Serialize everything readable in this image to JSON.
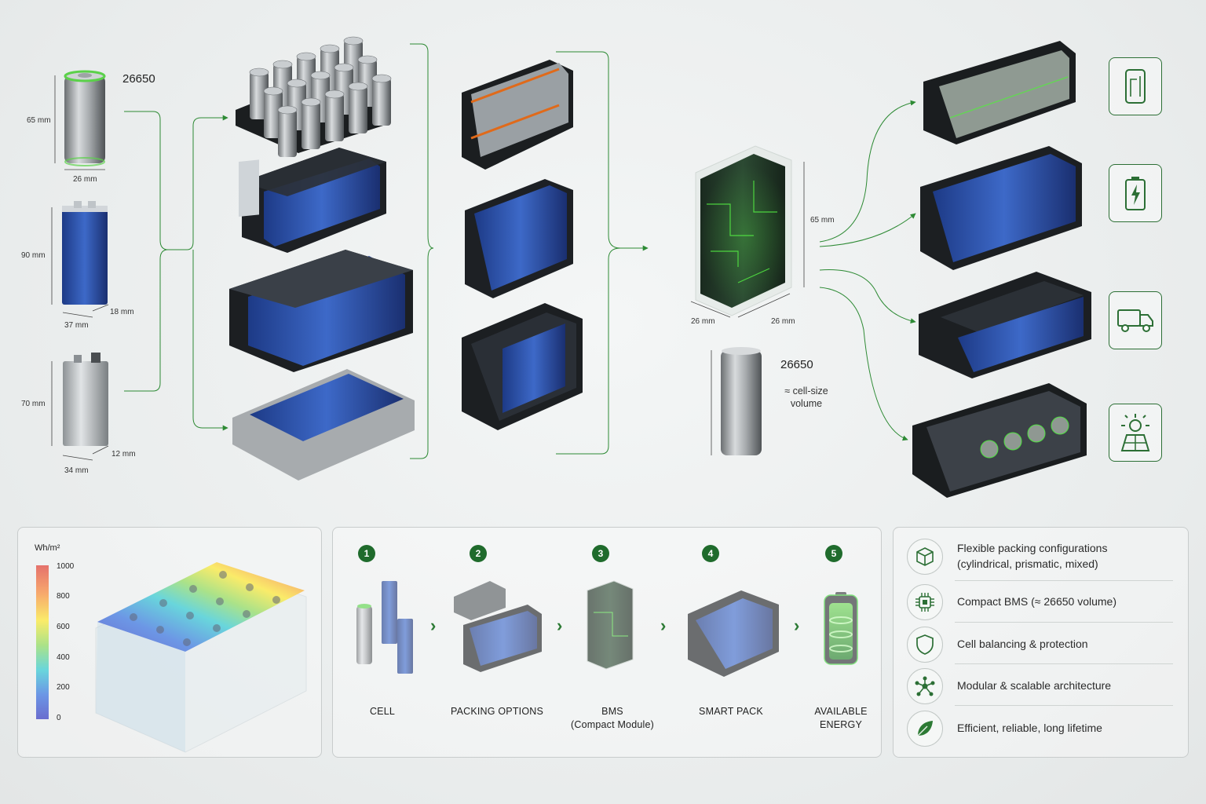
{
  "cells": [
    {
      "name": "26650",
      "height": "65 mm",
      "width": "26 mm"
    },
    {
      "height": "90 mm",
      "width": "37 mm",
      "depth": "18 mm"
    },
    {
      "height": "70 mm",
      "width": "34 mm",
      "depth": "12 mm"
    }
  ],
  "bms": {
    "height": "65 mm",
    "width_left": "26 mm",
    "width_right": "26 mm"
  },
  "compare": {
    "name": "26650",
    "note_line1": "≈ cell-size",
    "note_line2": "volume"
  },
  "heatmap": {
    "unit": "Wh/m²",
    "ticks": [
      "1000",
      "800",
      "600",
      "400",
      "200",
      "0"
    ],
    "colors": [
      "#d7261e",
      "#f37a1f",
      "#f7e11a",
      "#7ed34a",
      "#19c0c9",
      "#1e5fd8",
      "#1b1fb5"
    ]
  },
  "steps": [
    {
      "num": "1",
      "label1": "CELL",
      "label2": ""
    },
    {
      "num": "2",
      "label1": "PACKING OPTIONS",
      "label2": ""
    },
    {
      "num": "3",
      "label1": "BMS",
      "label2": "(Compact Module)"
    },
    {
      "num": "4",
      "label1": "SMART PACK",
      "label2": ""
    },
    {
      "num": "5",
      "label1": "AVAILABLE",
      "label2": "ENERGY"
    }
  ],
  "features": [
    {
      "icon": "cube-icon",
      "line1": "Flexible packing configurations",
      "line2": "(cylindrical, prismatic, mixed)"
    },
    {
      "icon": "chip-icon",
      "line1": "Compact BMS (≈ 26650 volume)",
      "line2": ""
    },
    {
      "icon": "shield-icon",
      "line1": "Cell balancing & protection",
      "line2": ""
    },
    {
      "icon": "network-icon",
      "line1": "Modular & scalable architecture",
      "line2": ""
    },
    {
      "icon": "leaf-icon",
      "line1": "Efficient, reliable, long lifetime",
      "line2": ""
    }
  ],
  "applications": [
    "phone-icon",
    "battery-charge-icon",
    "truck-icon",
    "solar-lamp-icon"
  ],
  "colors": {
    "accent": "#1f6b2c",
    "glow": "#3fd23a",
    "cell_blue": "#2a4fa8",
    "frame": "#1c1f22"
  }
}
